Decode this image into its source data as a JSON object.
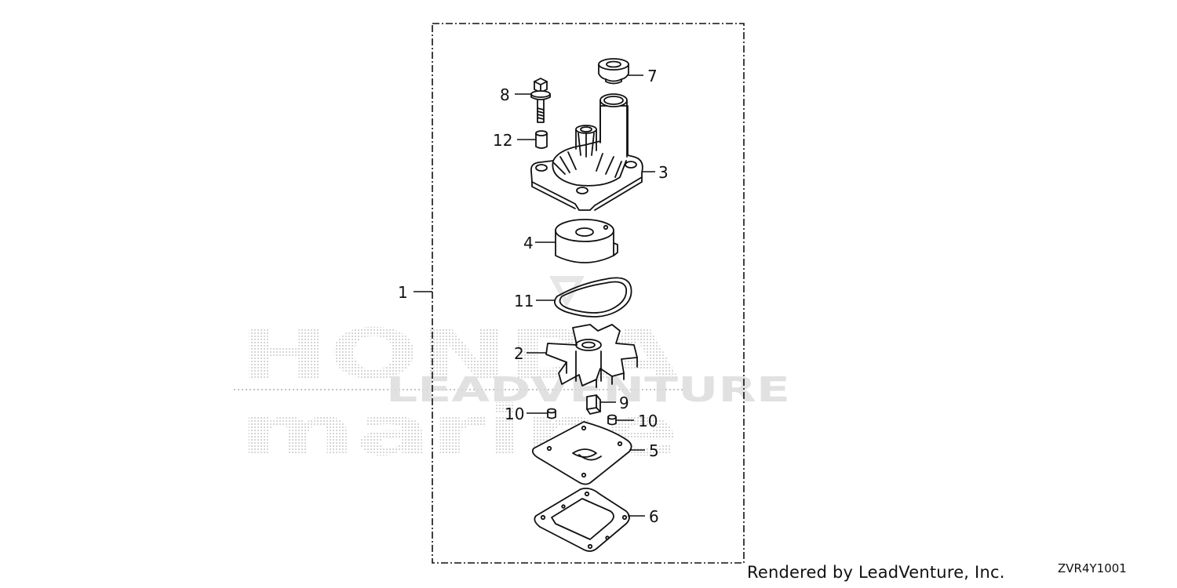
{
  "watermark": {
    "brand_line_1": "HONDA",
    "brand_line_2": "marine",
    "overlay_text": "LEADVENTURE"
  },
  "callouts": {
    "c1": "1",
    "c2": "2",
    "c3": "3",
    "c4": "4",
    "c5": "5",
    "c6": "6",
    "c7": "7",
    "c8": "8",
    "c9": "9",
    "c10a": "10",
    "c10b": "10",
    "c11": "11",
    "c12": "12"
  },
  "footer": {
    "credit": "Rendered by LeadVenture, Inc.",
    "code": "ZVR4Y1001"
  }
}
